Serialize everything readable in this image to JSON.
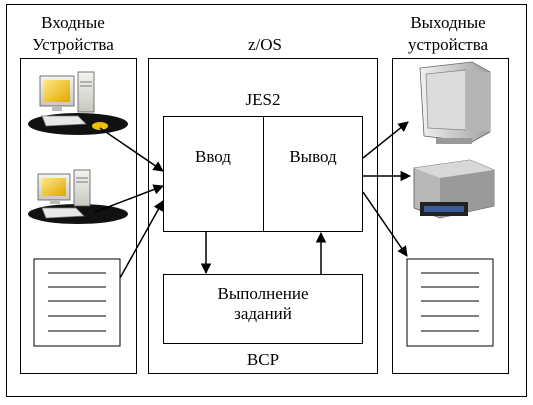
{
  "input_devices_title_line1": "Входные",
  "input_devices_title_line2": "Устройства",
  "zos_title": "z/OS",
  "output_devices_title_line1": "Выходные",
  "output_devices_title_line2": "устройства",
  "jes_title": "JES2",
  "input_label": "Ввод",
  "output_label": "Вывод",
  "execution_label_line1": "Выполнение",
  "execution_label_line2": "заданий",
  "bcp_label": "BCP",
  "icons": {
    "workstation": "computer-workstation-icon",
    "document": "document-icon",
    "monitor": "crt-monitor-icon",
    "printer": "laser-printer-icon"
  }
}
